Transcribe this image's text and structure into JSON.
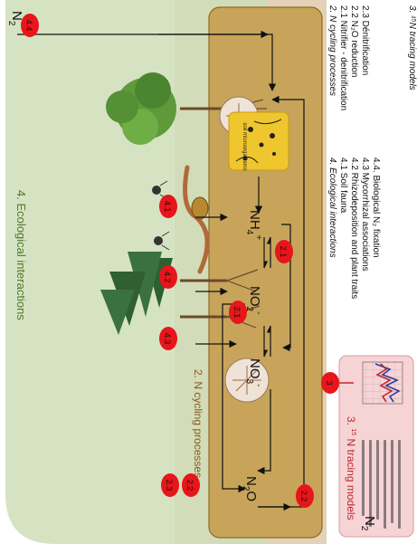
{
  "labels": {
    "n2_top": "N",
    "n2_top_sub": "2",
    "n2_right": "N",
    "n2_right_sub": "2",
    "nh4": "NH",
    "nh4_sub": "4",
    "nh4_sup": "+",
    "no2": "NO",
    "no2_sub": "2",
    "no2_sup": "-",
    "no3": "NO",
    "no3_sub": "3",
    "no3_sup": "-",
    "n2o": "N",
    "n2o_sub": "2",
    "n2o_tail": "O",
    "soil_microorganisms": "soil microorganisms",
    "ecological_interactions_title": "4. Ecological interactions",
    "n_cycling_title": "2. N cycling processes",
    "tracing_title_pre": "3.",
    "tracing_title_sup": "15",
    "tracing_title_post": "N tracing models"
  },
  "badges": [
    "4.4",
    "4.1",
    "4.2",
    "4.3",
    "2.1",
    "2.1",
    "2.2",
    "2.2",
    "2.3",
    "3"
  ],
  "legend_left": {
    "heading": "2. N cycling processes",
    "items": [
      "2.1 Nitrifier - denitrification",
      "2.2 N₂O reduction",
      "2.3 Dénitrification"
    ],
    "footer": "3. ¹⁵N tracing models"
  },
  "legend_right": {
    "heading": "4. Ecological interactions",
    "items": [
      "4.1 Soil fauna",
      "4.2 Rhizodeposition and plant traits",
      "4.3 Mycorrhizal associations",
      "4.4. Biological N₂ fixation"
    ]
  },
  "colors": {
    "ecological_panel": "#cfdeb9",
    "soil_background": "#e3d2b6",
    "ncycle_panel": "#c7a45a",
    "tracing_panel": "#f6d4d6",
    "badge_red": "#e8151b",
    "arrow": "#111111",
    "title_green": "#4f7a2c",
    "title_brown": "#8a5a1c",
    "title_red": "#c0272d"
  }
}
